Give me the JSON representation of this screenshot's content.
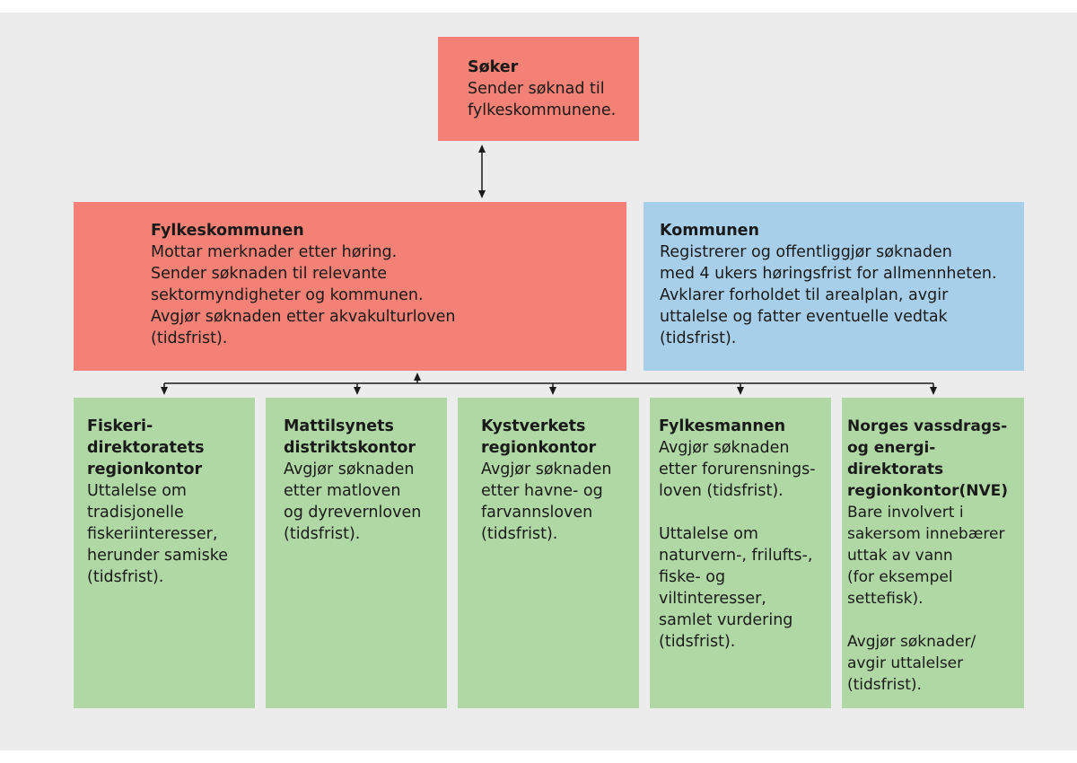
{
  "colors": {
    "background": "#ececec",
    "applicant_box": "#f38175",
    "county_box": "#f38175",
    "municipality_box": "#a8cfea",
    "agency_box": "#b0d8a5",
    "connector": "#1a1a1a"
  },
  "nodes": {
    "soker": {
      "title": "Søker",
      "body": "Sender søknad til\nfylkeskommunene."
    },
    "fylkeskommunen": {
      "title": "Fylkeskommunen",
      "body": "Mottar merknader etter høring.\nSender søknaden til relevante\nsektormyndigheter og kommunen.\nAvgjør søknaden etter akvakulturloven\n(tidsfrist)."
    },
    "kommunen": {
      "title": "Kommunen",
      "body": "Registrerer og offentliggjør søknaden\nmed 4 ukers høringsfrist for allmennheten.\nAvklarer forholdet til arealplan, avgir\nuttalelse og fatter eventuelle vedtak\n(tidsfrist)."
    },
    "fiskeri": {
      "title": "Fiskeri-\ndirektoratets\nregionkontor",
      "body": "Uttalelse om\ntradisjonelle\nfiskeriinteresser,\nherunder samiske\n(tidsfrist)."
    },
    "mattilsynet": {
      "title": "Mattilsynets\ndistriktskontor",
      "body": "Avgjør søknaden\netter matloven\nog dyrevernloven\n(tidsfrist)."
    },
    "kystverket": {
      "title": "Kystverkets\nregionkontor",
      "body": "Avgjør søknaden\netter havne- og\nfarvannsloven\n(tidsfrist)."
    },
    "fylkesmannen": {
      "title": "Fylkesmannen",
      "body": "Avgjør søknaden\netter forurensnings-\nloven (tidsfrist).\n\nUttalelse om\nnaturvern-, frilufts-,\nfiske- og\nviltinteresser,\nsamlet vurdering\n(tidsfrist)."
    },
    "nve": {
      "title": "Norges vassdrags-\nog energi-\ndirektorats\nregionkontor(NVE)",
      "body": "Bare involvert i\nsakersom innebærer\nuttak av vann\n(for eksempel\nsettefisk).\n\nAvgjør søknader/\navgir uttalelser\n(tidsfrist)."
    }
  },
  "edges": [
    {
      "from": "soker",
      "to": "fylkeskommunen",
      "arrow": "both"
    },
    {
      "from": "fylkeskommunen",
      "to": "fiskeri",
      "arrow": "to"
    },
    {
      "from": "fylkeskommunen",
      "to": "mattilsynet",
      "arrow": "to"
    },
    {
      "from": "fylkeskommunen",
      "to": "kystverket",
      "arrow": "to"
    },
    {
      "from": "fylkeskommunen",
      "to": "fylkesmannen",
      "arrow": "to"
    },
    {
      "from": "fylkeskommunen",
      "to": "nve",
      "arrow": "to"
    },
    {
      "from": "agencies",
      "to": "fylkeskommunen",
      "arrow": "to"
    }
  ]
}
